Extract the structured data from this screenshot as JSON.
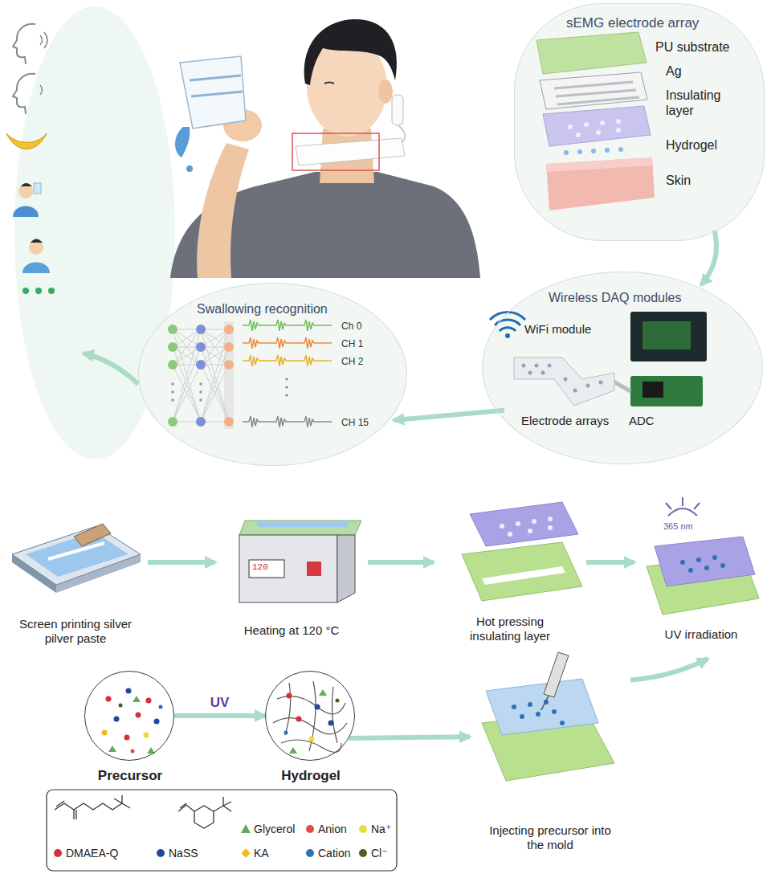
{
  "diagram": {
    "nodes": [
      {
        "text": [
          "sEMG electrode array",
          "PU substrate",
          "Ag",
          "Insulating layer",
          "Hydrogel",
          "Skin"
        ]
      },
      {
        "text": [
          "Wireless DAQ modules",
          "WiFi module",
          "Electrode arrays",
          "ADC"
        ]
      },
      {
        "text": [
          "Swallowing recognition",
          "Ch 0",
          "CH 1",
          "CH 2",
          "CH 15"
        ]
      },
      {
        "text": [
          "Screen printing silver pilver paste"
        ]
      },
      {
        "text": [
          "120",
          "Heating at 120 °C"
        ]
      },
      {
        "text": [
          "Hot pressing insulating layer"
        ]
      },
      {
        "text": [
          "365 nm",
          "UV irradiation"
        ]
      },
      {
        "text": [
          "Precursor"
        ]
      },
      {
        "text": [
          "Hydrogel"
        ]
      },
      {
        "text": [
          "Injecting precursor into the mold"
        ]
      }
    ],
    "edges": [
      {
        "from": 0,
        "to": 1,
        "arrow": "to"
      },
      {
        "from": 1,
        "to": 2,
        "arrow": "to"
      },
      {
        "from": 3,
        "to": 4,
        "arrow": "to"
      },
      {
        "from": 4,
        "to": 5,
        "arrow": "to"
      },
      {
        "from": 5,
        "to": 6,
        "arrow": "to"
      },
      {
        "from": 7,
        "to": 8,
        "label": "UV",
        "arrow": "to"
      },
      {
        "from": 8,
        "to": 9,
        "arrow": "to"
      },
      {
        "from": 9,
        "to": 6,
        "arrow": "to"
      }
    ],
    "legend": [
      {
        "text": "Glycerol",
        "color": "#5fae5a"
      },
      {
        "text": "Anion",
        "color": "#e24b4b"
      },
      {
        "text": "Na⁺",
        "color": "#e8dc3a"
      },
      {
        "text": "DMAEA-Q",
        "color": "#d62f3a"
      },
      {
        "text": "NaSS",
        "color": "#24489a"
      },
      {
        "text": "KA",
        "color": "#f2b81c"
      },
      {
        "text": "Cation",
        "color": "#2f72b8"
      },
      {
        "text": "Cl⁻",
        "color": "#4f5e22"
      }
    ]
  }
}
